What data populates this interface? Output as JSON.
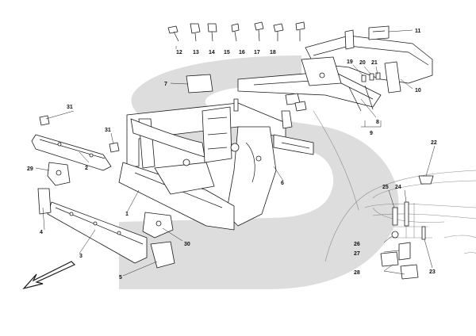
{
  "diagram": {
    "callouts": [
      "1",
      "2",
      "3",
      "4",
      "5",
      "6",
      "7",
      "8",
      "9",
      "10",
      "11",
      "12",
      "13",
      "14",
      "15",
      "16",
      "17",
      "18",
      "19",
      "20",
      "21",
      "22",
      "23",
      "24",
      "25",
      "26",
      "27",
      "28",
      "29",
      "30",
      "31",
      "31"
    ],
    "direction_arrow": "front-direction-arrow",
    "background_mark": "grey-stylised-s-watermark"
  }
}
